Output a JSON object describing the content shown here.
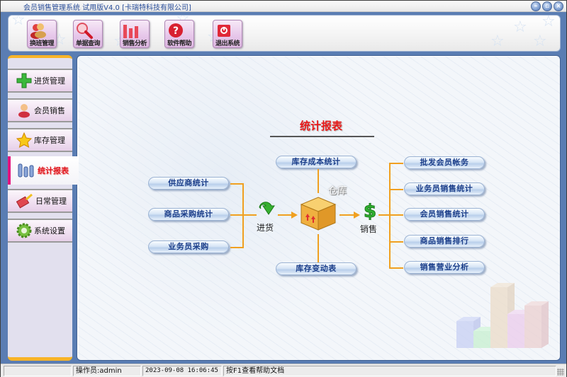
{
  "window": {
    "title": "会员销售管理系统 试用版V4.0 [卡瑞特科技有限公司]",
    "controls": [
      "minimize",
      "maximize",
      "close"
    ]
  },
  "toolbar": {
    "buttons": [
      {
        "label": "换班管理",
        "icon": "users-icon"
      },
      {
        "label": "单据查询",
        "icon": "search-icon"
      },
      {
        "label": "销售分析",
        "icon": "bar-chart-icon"
      },
      {
        "label": "软件帮助",
        "icon": "help-icon"
      },
      {
        "label": "退出系统",
        "icon": "power-icon"
      }
    ]
  },
  "sidebar": {
    "items": [
      {
        "label": "进货管理",
        "icon": "plus-icon",
        "active": false
      },
      {
        "label": "会员销售",
        "icon": "user-icon",
        "active": false
      },
      {
        "label": "库存管理",
        "icon": "star-icon",
        "active": false
      },
      {
        "label": "统计报表",
        "icon": "bar-chart-icon",
        "active": true
      },
      {
        "label": "日常管理",
        "icon": "brush-icon",
        "active": false
      },
      {
        "label": "系统设置",
        "icon": "gear-icon",
        "active": false
      }
    ]
  },
  "main": {
    "section_title": "统计报表",
    "purchase_reports": [
      "供应商统计",
      "商品采购统计",
      "业务员采购"
    ],
    "purchase_node": "进货",
    "warehouse_node": "仓库",
    "warehouse_reports": [
      "库存成本统计",
      "库存变动表"
    ],
    "sales_node": "销售",
    "sales_reports": [
      "批发会员帐务",
      "业务员销售统计",
      "会员销售统计",
      "商品销售排行",
      "销售营业分析"
    ]
  },
  "statusbar": {
    "blank": "",
    "operator": "操作员:admin",
    "datetime": "2023-09-08 16:06:45",
    "hint": "按F1查看帮助文档"
  },
  "colors": {
    "accent_orange": "#f0a020",
    "title_red": "#e81a1a",
    "frame_blue": "#5a7db3",
    "pill_text": "#1b3e8a"
  }
}
